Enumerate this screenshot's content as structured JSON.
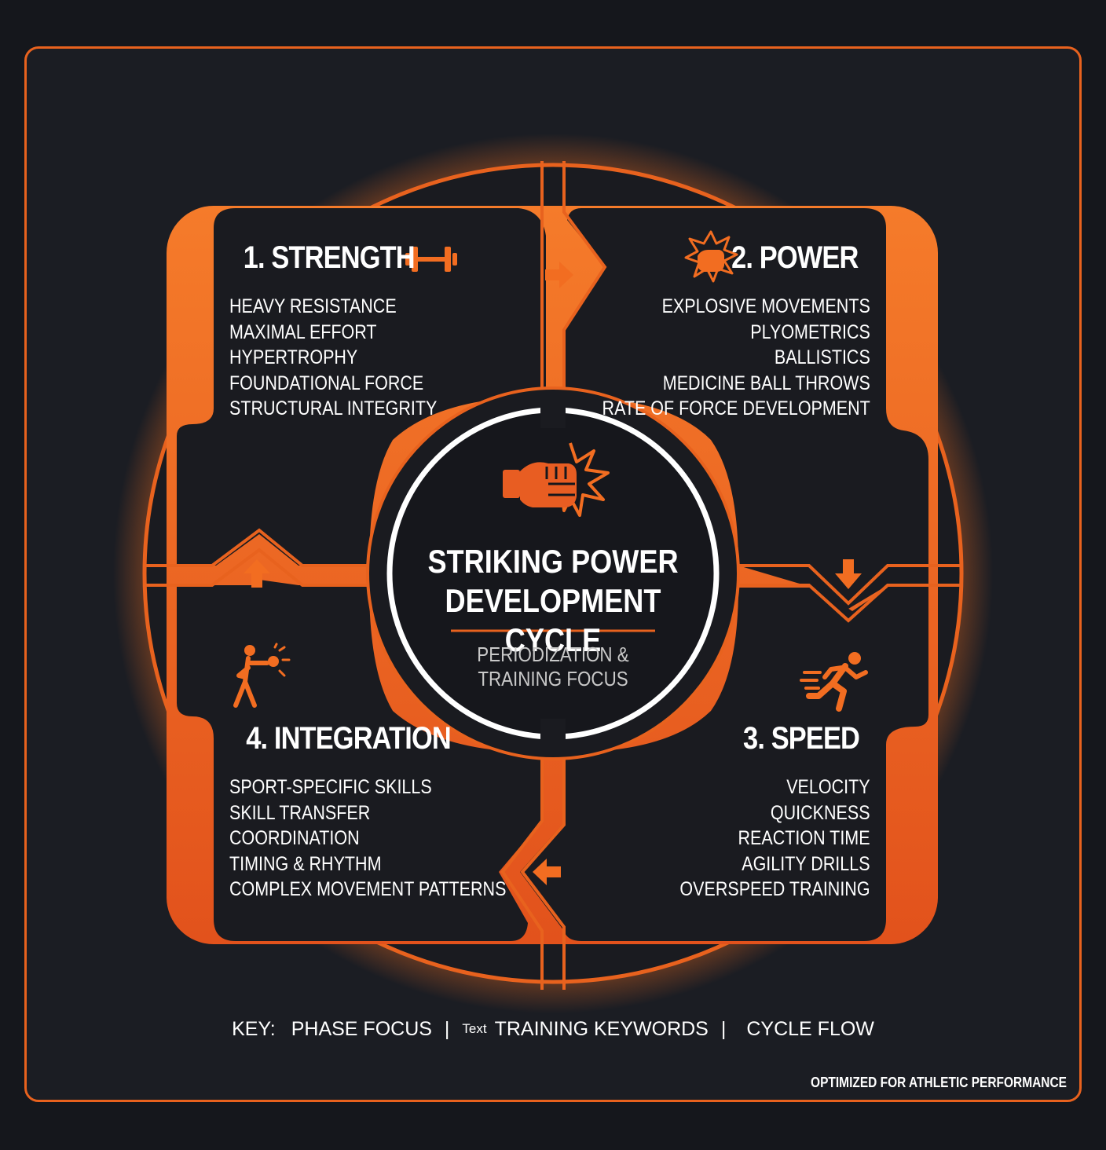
{
  "colors": {
    "accent": "#f26d21",
    "accent_dark": "#c9471a",
    "background": "#15171c",
    "panel": "#1a1b20"
  },
  "center": {
    "title_line1": "STRIKING POWER",
    "title_line2": "DEVELOPMENT CYCLE",
    "subtitle_line1": "PERIODIZATION &",
    "subtitle_line2": "TRAINING FOCUS",
    "icon": "fist-impact-icon"
  },
  "phases": [
    {
      "title": "1. STRENGTH",
      "icon": "dumbbell-icon",
      "keywords": [
        "HEAVY RESISTANCE",
        "MAXIMAL EFFORT",
        "HYPERTROPHY",
        "FOUNDATIONAL FORCE",
        "STRUCTURAL INTEGRITY"
      ]
    },
    {
      "title": "2. POWER",
      "icon": "fist-burst-icon",
      "keywords": [
        "EXPLOSIVE MOVEMENTS",
        "PLYOMETRICS",
        "BALLISTICS",
        "MEDICINE BALL THROWS",
        "RATE OF FORCE DEVELOPMENT"
      ]
    },
    {
      "title": "3. SPEED",
      "icon": "sprinter-icon",
      "keywords": [
        "VELOCITY",
        "QUICKNESS",
        "REACTION TIME",
        "AGILITY DRILLS",
        "OVERSPEED TRAINING"
      ]
    },
    {
      "title": "4. INTEGRATION",
      "icon": "boxer-punch-icon",
      "keywords": [
        "SPORT-SPECIFIC SKILLS",
        "SKILL TRANSFER",
        "COORDINATION",
        "TIMING & RHYTHM",
        "COMPLEX MOVEMENT PATTERNS"
      ]
    }
  ],
  "key": {
    "label": "KEY:",
    "phase_focus": "PHASE FOCUS",
    "text_sample": "Text",
    "training_keywords": "TRAINING KEYWORDS",
    "cycle_flow": "CYCLE FLOW",
    "separator": "|"
  },
  "footer": "OPTIMIZED FOR ATHLETIC PERFORMANCE"
}
